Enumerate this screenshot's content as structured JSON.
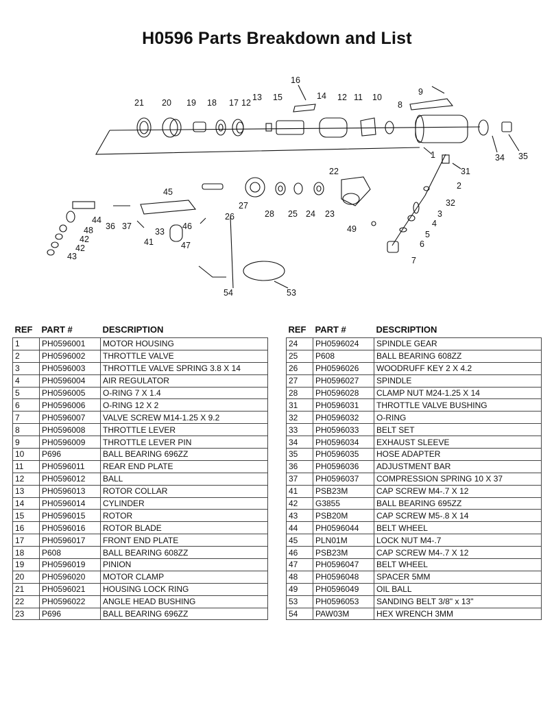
{
  "title": "H0596 Parts Breakdown and List",
  "diagram": {
    "callouts": [
      "1",
      "2",
      "3",
      "4",
      "5",
      "6",
      "7",
      "8",
      "9",
      "10",
      "11",
      "12",
      "13",
      "14",
      "15",
      "16",
      "17",
      "12",
      "18",
      "19",
      "20",
      "21",
      "22",
      "23",
      "24",
      "25",
      "26",
      "27",
      "28",
      "31",
      "32",
      "33",
      "34",
      "35",
      "36",
      "37",
      "41",
      "42",
      "42",
      "43",
      "44",
      "45",
      "46",
      "47",
      "48",
      "49",
      "53",
      "54"
    ]
  },
  "table": {
    "headers": {
      "ref": "REF",
      "part": "PART #",
      "description": "DESCRIPTION"
    },
    "left_rows": [
      {
        "ref": "1",
        "part": "PH0596001",
        "desc": "MOTOR HOUSING"
      },
      {
        "ref": "2",
        "part": "PH0596002",
        "desc": "THROTTLE VALVE"
      },
      {
        "ref": "3",
        "part": "PH0596003",
        "desc": "THROTTLE VALVE SPRING  3.8 X 14"
      },
      {
        "ref": "4",
        "part": "PH0596004",
        "desc": "AIR REGULATOR"
      },
      {
        "ref": "5",
        "part": "PH0596005",
        "desc": "O-RING 7 X 1.4"
      },
      {
        "ref": "6",
        "part": "PH0596006",
        "desc": "O-RING 12 X 2"
      },
      {
        "ref": "7",
        "part": "PH0596007",
        "desc": "VALVE SCREW M14-1.25 X 9.2"
      },
      {
        "ref": "8",
        "part": "PH0596008",
        "desc": "THROTTLE LEVER"
      },
      {
        "ref": "9",
        "part": "PH0596009",
        "desc": "THROTTLE LEVER PIN"
      },
      {
        "ref": "10",
        "part": "P696",
        "desc": "BALL BEARING 696ZZ"
      },
      {
        "ref": "11",
        "part": "PH0596011",
        "desc": "REAR END PLATE"
      },
      {
        "ref": "12",
        "part": "PH0596012",
        "desc": "BALL"
      },
      {
        "ref": "13",
        "part": "PH0596013",
        "desc": "ROTOR COLLAR"
      },
      {
        "ref": "14",
        "part": "PH0596014",
        "desc": "CYLINDER"
      },
      {
        "ref": "15",
        "part": "PH0596015",
        "desc": "ROTOR"
      },
      {
        "ref": "16",
        "part": "PH0596016",
        "desc": "ROTOR BLADE"
      },
      {
        "ref": "17",
        "part": "PH0596017",
        "desc": "FRONT END PLATE"
      },
      {
        "ref": "18",
        "part": "P608",
        "desc": "BALL BEARING 608ZZ"
      },
      {
        "ref": "19",
        "part": "PH0596019",
        "desc": "PINION"
      },
      {
        "ref": "20",
        "part": "PH0596020",
        "desc": "MOTOR CLAMP"
      },
      {
        "ref": "21",
        "part": "PH0596021",
        "desc": "HOUSING LOCK RING"
      },
      {
        "ref": "22",
        "part": "PH0596022",
        "desc": "ANGLE HEAD BUSHING"
      },
      {
        "ref": "23",
        "part": "P696",
        "desc": "BALL BEARING 696ZZ"
      }
    ],
    "right_rows": [
      {
        "ref": "24",
        "part": "PH0596024",
        "desc": "SPINDLE GEAR"
      },
      {
        "ref": "25",
        "part": "P608",
        "desc": "BALL BEARING 608ZZ"
      },
      {
        "ref": "26",
        "part": "PH0596026",
        "desc": "WOODRUFF KEY 2 X 4.2"
      },
      {
        "ref": "27",
        "part": "PH0596027",
        "desc": "SPINDLE"
      },
      {
        "ref": "28",
        "part": "PH0596028",
        "desc": "CLAMP NUT M24-1.25 X 14"
      },
      {
        "ref": "31",
        "part": "PH0596031",
        "desc": "THROTTLE VALVE BUSHING"
      },
      {
        "ref": "32",
        "part": "PH0596032",
        "desc": "O-RING"
      },
      {
        "ref": "33",
        "part": "PH0596033",
        "desc": "BELT SET"
      },
      {
        "ref": "34",
        "part": "PH0596034",
        "desc": "EXHAUST SLEEVE"
      },
      {
        "ref": "35",
        "part": "PH0596035",
        "desc": "HOSE ADAPTER"
      },
      {
        "ref": "36",
        "part": "PH0596036",
        "desc": "ADJUSTMENT BAR"
      },
      {
        "ref": "37",
        "part": "PH0596037",
        "desc": "COMPRESSION SPRING 10 X 37"
      },
      {
        "ref": "41",
        "part": "PSB23M",
        "desc": "CAP SCREW M4-.7 X 12"
      },
      {
        "ref": "42",
        "part": "G3855",
        "desc": "BALL BEARING 695ZZ"
      },
      {
        "ref": "43",
        "part": "PSB20M",
        "desc": "CAP SCREW M5-.8 X 14"
      },
      {
        "ref": "44",
        "part": "PH0596044",
        "desc": "BELT WHEEL"
      },
      {
        "ref": "45",
        "part": "PLN01M",
        "desc": "LOCK NUT M4-.7"
      },
      {
        "ref": "46",
        "part": "PSB23M",
        "desc": "CAP SCREW M4-.7 X 12"
      },
      {
        "ref": "47",
        "part": "PH0596047",
        "desc": "BELT WHEEL"
      },
      {
        "ref": "48",
        "part": "PH0596048",
        "desc": "SPACER 5MM"
      },
      {
        "ref": "49",
        "part": "PH0596049",
        "desc": "OIL BALL"
      },
      {
        "ref": "53",
        "part": "PH0596053",
        "desc": "SANDING BELT 3/8\" x 13\""
      },
      {
        "ref": "54",
        "part": "PAW03M",
        "desc": "HEX WRENCH 3MM"
      }
    ]
  }
}
